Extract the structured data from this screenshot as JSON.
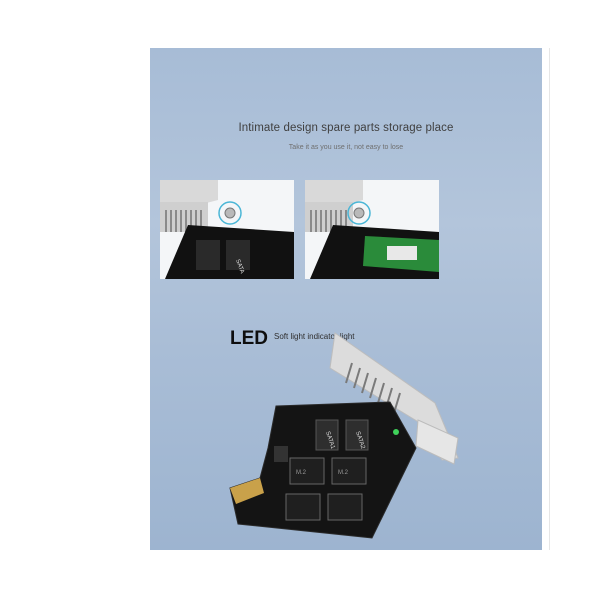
{
  "headline": "Intimate design spare parts storage place",
  "subline": "Take it as you use it, not easy to lose",
  "led": {
    "title": "LED",
    "description": "Soft light indicator light"
  },
  "card_labels": {
    "top_left": "SATA1",
    "top_right": "SATA2",
    "slot_a": "M.2",
    "slot_b": "M.2"
  },
  "colors": {
    "panel": "#a7bcd6",
    "pcb": "#111111",
    "bracket": "#dcdcdc",
    "ssd": "#2a8b3a"
  }
}
